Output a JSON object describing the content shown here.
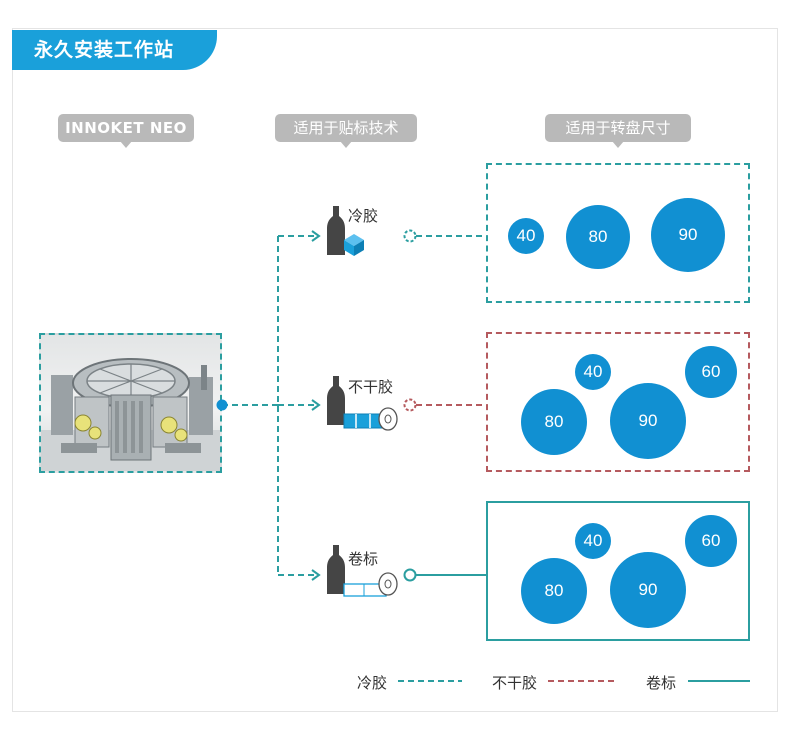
{
  "title": "永久安装工作站",
  "headers": {
    "machine": "INNOKET NEO",
    "tech": "适用于贴标技术",
    "size": "适用于转盘尺寸"
  },
  "techniques": {
    "cold_glue": "冷胶",
    "self_adhesive": "不干胶",
    "roll_fed": "卷标"
  },
  "carousel_sizes": {
    "cold_glue": [
      "40",
      "80",
      "90"
    ],
    "self_adhesive": [
      "40",
      "60",
      "80",
      "90"
    ],
    "roll_fed": [
      "40",
      "60",
      "80",
      "90"
    ]
  },
  "legend": {
    "cold_glue": "冷胶",
    "self_adhesive": "不干胶",
    "roll_fed": "卷标"
  },
  "colors": {
    "brand_blue": "#1aa0da",
    "circle_blue": "#1190d2",
    "teal_line": "#2b9ea0",
    "red_line": "#b55a5e",
    "tag_gray": "#b9b9b9"
  }
}
